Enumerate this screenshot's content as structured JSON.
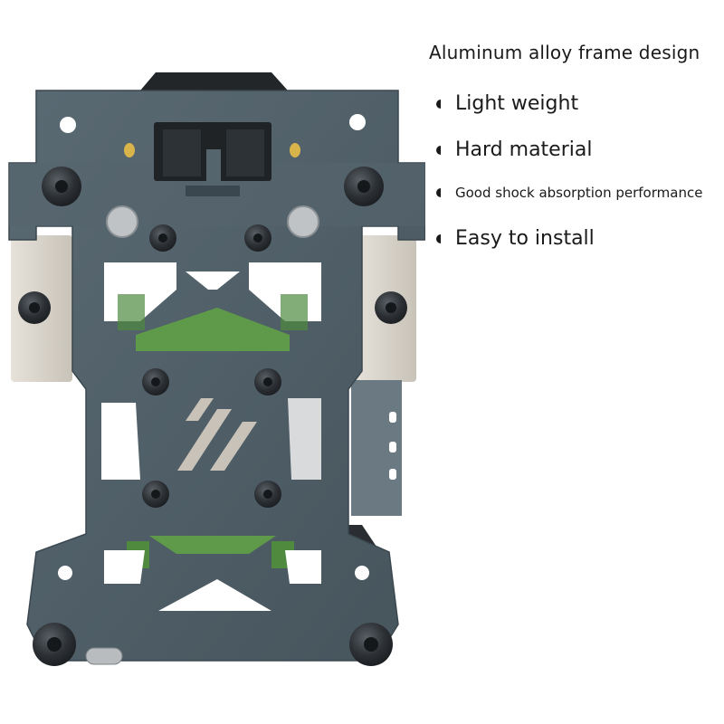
{
  "headline": "Aluminum alloy frame design",
  "features": [
    {
      "label": "Light weight"
    },
    {
      "label": "Hard material"
    },
    {
      "label": "Good shock absorption performance"
    },
    {
      "label": "Easy to install"
    }
  ],
  "colors": {
    "plate": "#4f5f68",
    "plate_dark": "#3a474e",
    "pcb_green": "#5e9a4a",
    "side_block": "#d9d5cc",
    "screw": "#2c3034",
    "contact_gold": "#d9b44a",
    "text": "#1a1a1a"
  },
  "icons": {
    "bullet": "half-circle-bullet-icon",
    "logo": "slash-logo-icon"
  }
}
